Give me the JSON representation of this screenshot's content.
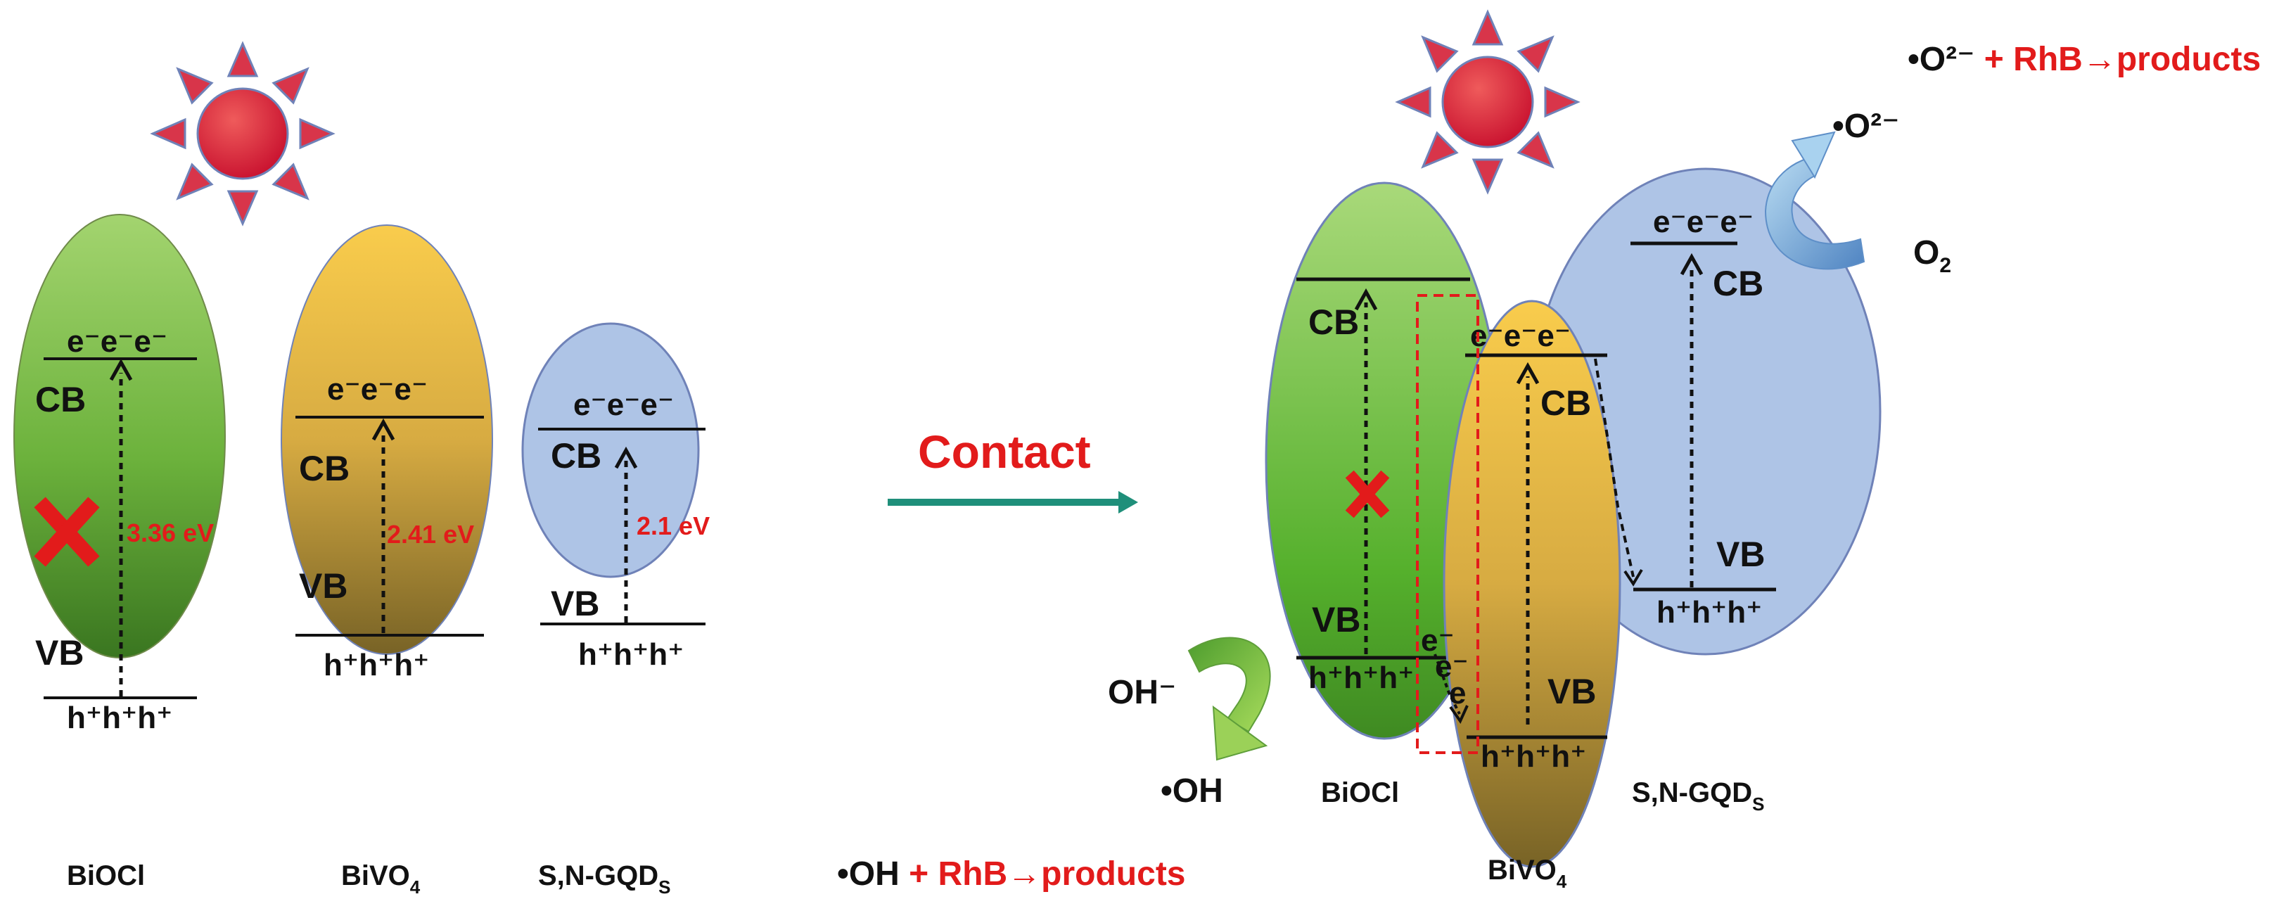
{
  "colors": {
    "biocl_top": "#9fd16d",
    "biocl_bottom": "#3f7f22",
    "bivo4_top": "#f8c84a",
    "bivo4_bottom": "#7c6726",
    "gqd_fill": "#aec4e6",
    "arrow_contact": "#1f8f7a",
    "highlight": "#e21b1b",
    "sun": "#e0283a"
  },
  "band_labels": {
    "electrons": "e⁻e⁻e⁻",
    "holes": "h⁺h⁺h⁺",
    "cb": "CB",
    "vb": "VB",
    "single_electron": "e⁻",
    "e_small": "e"
  },
  "gaps": {
    "biocl": "3.36 eV",
    "bivo4": "2.41 eV",
    "gqd": "2.1 eV"
  },
  "materials": {
    "biocl": "BiOCl",
    "bivo4_base": "BiVO",
    "bivo4_sub": "4",
    "gqd_base": "S,N-GQD",
    "gqd_sub": "S"
  },
  "contact": "Contact",
  "species": {
    "oh_minus": "OH⁻",
    "oh_radical": "•OH",
    "o2_base": "O",
    "o2_sub": "2",
    "superoxide": "•O²⁻"
  },
  "reactions": {
    "left_species": "•OH",
    "left_rest": " + RhB→products",
    "right_species": "•O²⁻",
    "right_rest": " + RhB→products"
  }
}
